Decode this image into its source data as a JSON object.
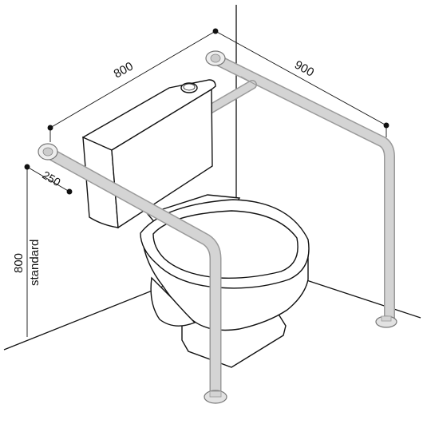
{
  "dimensions": {
    "tank_width": "800",
    "wall_length": "900",
    "offset": "250",
    "height_value": "800",
    "height_note": "standard"
  },
  "colors": {
    "line": "#111111",
    "rail_fill": "#d4d4d4",
    "rail_edge": "#9a9a9a",
    "floor_mount": "#e2e2e2"
  }
}
